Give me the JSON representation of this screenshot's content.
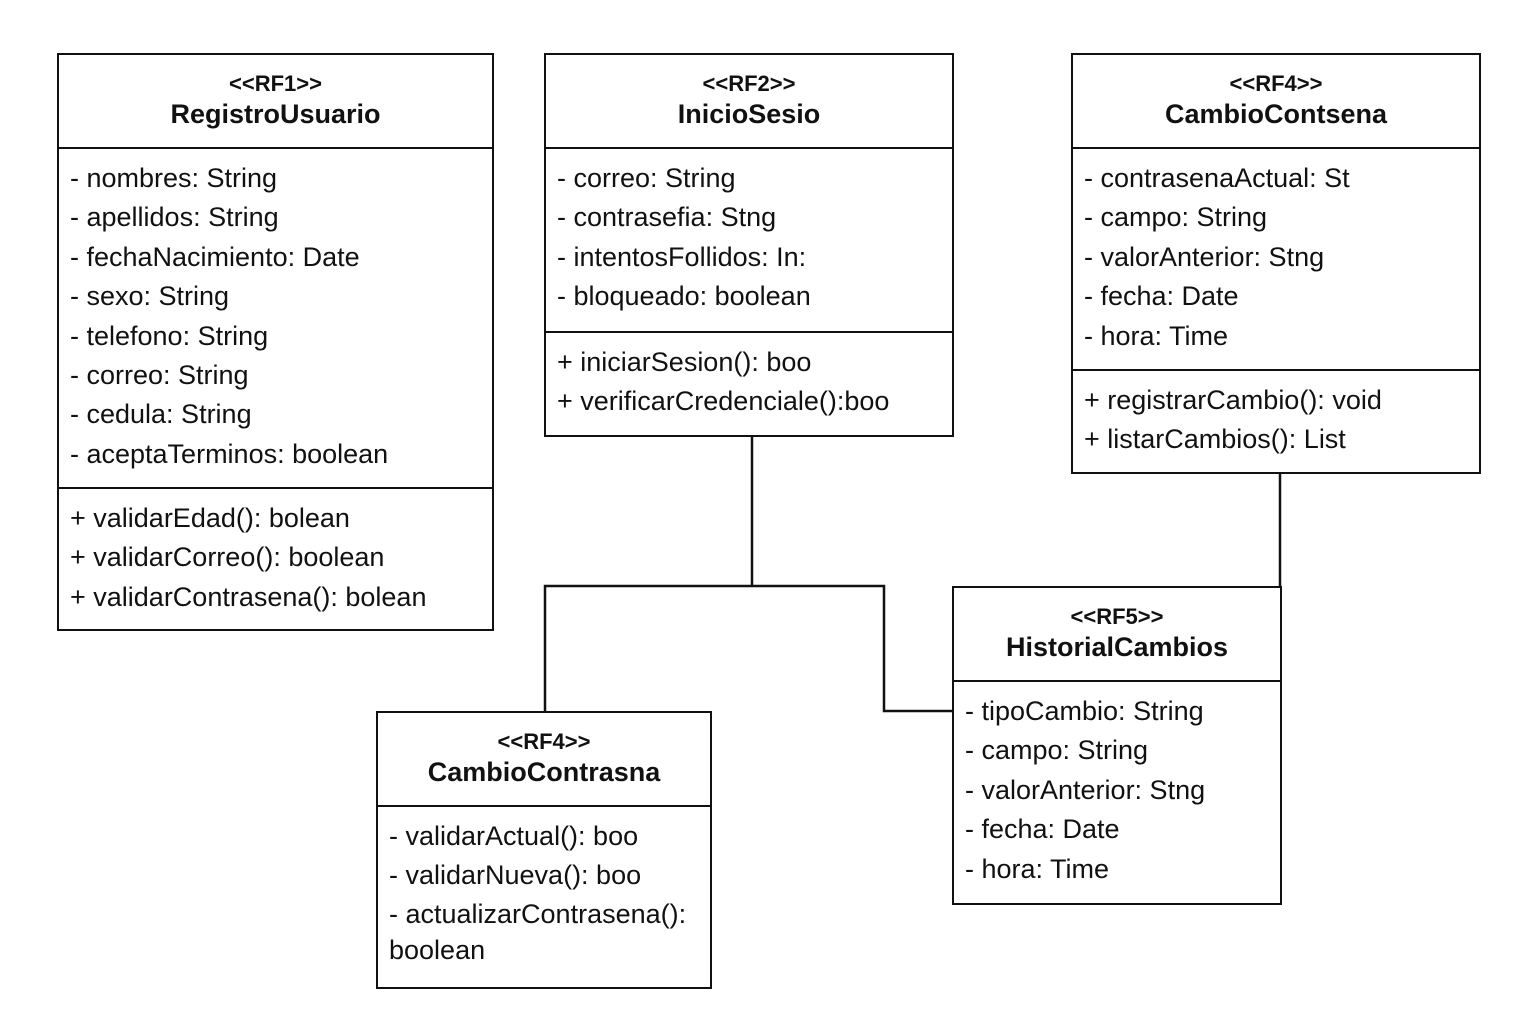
{
  "classes": {
    "registro_usuario": {
      "stereotype": "<<RF1>>",
      "name": "RegistroUsuario",
      "attributes": [
        "- nombres: String",
        "- apellidos: String",
        "- fechaNacimiento: Date",
        "- sexo: String",
        "- telefono: String",
        "- correo: String",
        "- cedula: String",
        "- aceptaTerminos: boolean"
      ],
      "operations": [
        "+ validarEdad(): bolean",
        "+ validarCorreo(): boolean",
        "+ validarContrasena(): bolean"
      ]
    },
    "inicio_sesion": {
      "stereotype": "<<RF2>>",
      "name": "InicioSesio",
      "attributes": [
        "- correo: String",
        "- contrasefia: Stng",
        "- intentosFollidos: In:",
        "- bloqueado: boolean"
      ],
      "operations": [
        "+ iniciarSesion(): boo",
        "+ verificarCredenciale():boo"
      ]
    },
    "cambio_contsena": {
      "stereotype": "<<RF4>>",
      "name": "CambioContsena",
      "attributes": [
        "- contrasenaActual: St",
        "- campo: String",
        "- valorAnterior: Stng",
        "- fecha: Date",
        "- hora: Time"
      ],
      "operations": [
        "+ registrarCambio(): void",
        "+ listarCambios(): List"
      ]
    },
    "historial_cambios": {
      "stereotype": "<<RF5>>",
      "name": "HistorialCambios",
      "attributes": [
        "- tipoCambio: String",
        "- campo: String",
        "- valorAnterior: Stng",
        "- fecha: Date",
        "- hora: Time"
      ]
    },
    "cambio_contrasna": {
      "stereotype": "<<RF4>>",
      "name": "CambioContrasna",
      "operations": [
        "- validarActual(): boo",
        "- validarNueva(): boo",
        "- actualizarContrasena(): boolean"
      ]
    }
  }
}
